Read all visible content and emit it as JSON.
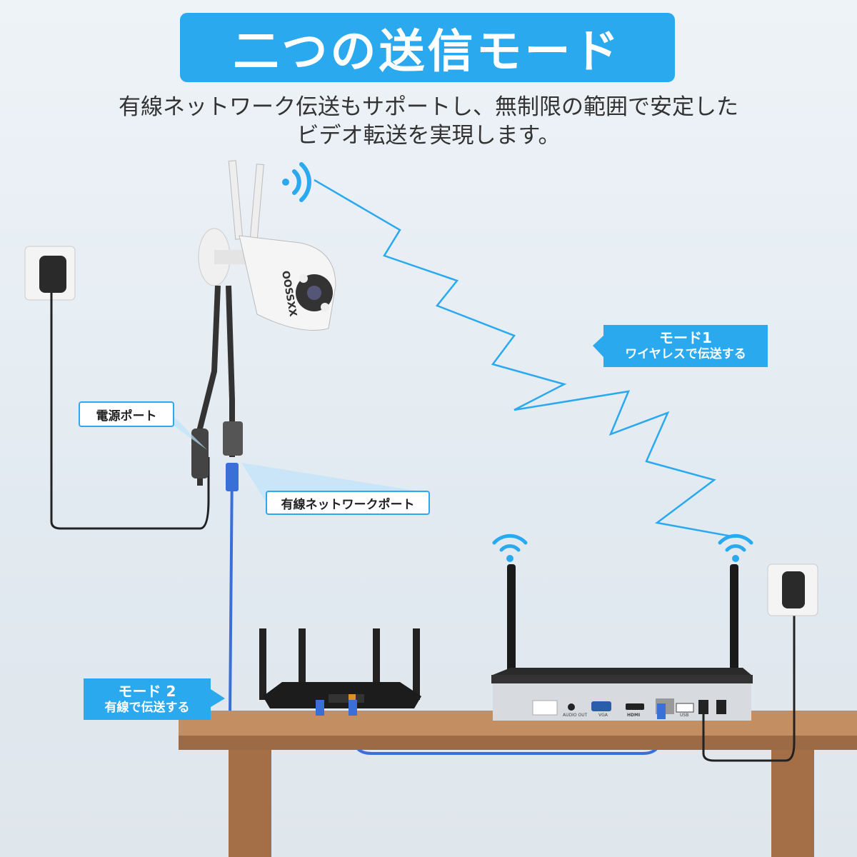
{
  "title": "二つの送信モード",
  "subtitle": {
    "line1": "有線ネットワーク伝送もサポートし、無制限の範囲で安定した",
    "line2": "ビデオ転送を実現します。"
  },
  "mode1": {
    "title": "モード1",
    "desc": "ワイヤレスで伝送する"
  },
  "mode2": {
    "title": "モード 2",
    "desc": "有線で伝送する"
  },
  "callouts": {
    "power_port": "電源ポート",
    "network_port": "有線ネットワークポート"
  },
  "camera_brand": "OOSSXX",
  "nvr_ports": {
    "audio": "AUDIO OUT",
    "vga": "VGA",
    "hdmi": "HDMI",
    "usb": "USB"
  },
  "colors": {
    "accent": "#2aa9ef",
    "cable": "#3a6fd8",
    "wood": "#b9825a"
  }
}
